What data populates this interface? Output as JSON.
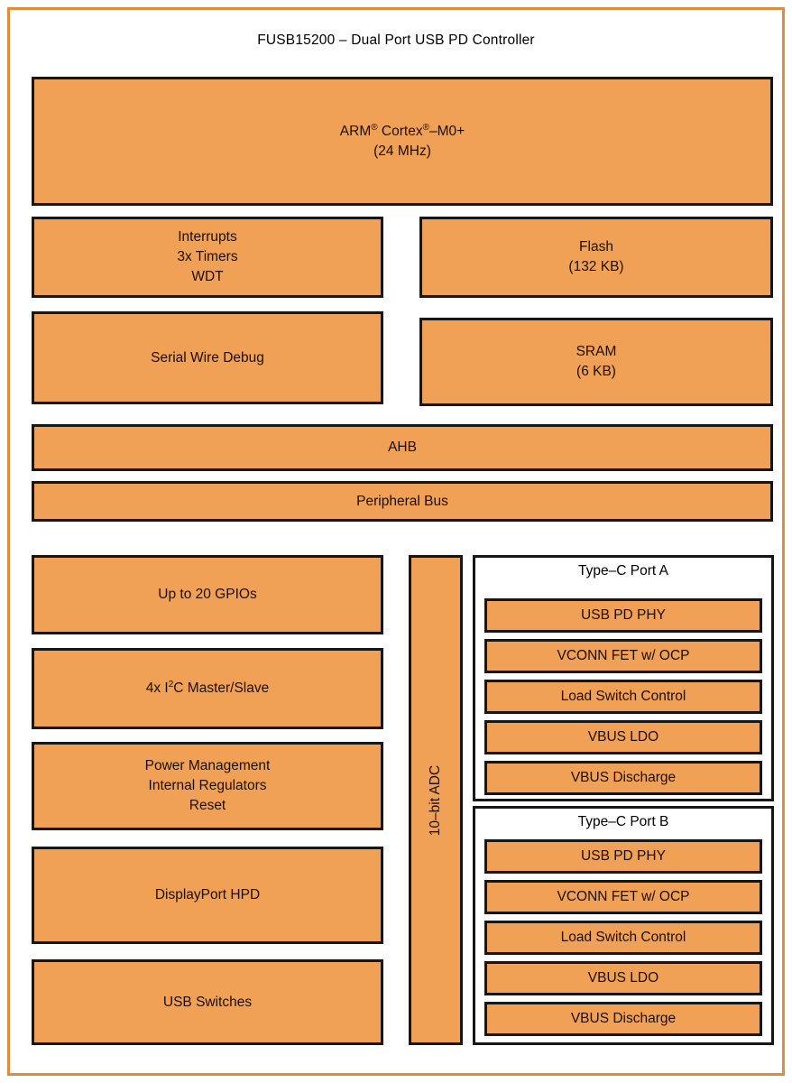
{
  "page": {
    "title": "FUSB15200 – Dual Port USB PD Controller"
  },
  "colors": {
    "block_fill": "#f0a156",
    "block_border": "#161616",
    "frame_border": "#de8c3e",
    "port_background": "#ffffff",
    "text": "#1c0e06"
  },
  "blocks": {
    "arm": {
      "parts": [
        "ARM",
        "®",
        " Cortex",
        "®",
        "–M0+"
      ],
      "line2": "(24 MHz)"
    },
    "interrupts": {
      "lines": [
        "Interrupts",
        "3x Timers",
        "WDT"
      ]
    },
    "flash": {
      "lines": [
        "Flash",
        "(132 KB)"
      ]
    },
    "swd": {
      "label": "Serial Wire Debug"
    },
    "sram": {
      "lines": [
        "SRAM",
        "(6 KB)"
      ]
    },
    "ahb": {
      "label": "AHB"
    },
    "peripheral_bus": {
      "label": "Peripheral Bus"
    },
    "gpio": {
      "label": "Up to 20 GPIOs"
    },
    "i2c": {
      "parts": [
        "4x I",
        "2",
        "C Master/Slave"
      ]
    },
    "power": {
      "lines": [
        "Power Management",
        "Internal Regulators",
        "Reset"
      ]
    },
    "dp_hpd": {
      "label": "DisplayPort HPD"
    },
    "usb_switches": {
      "label": "USB Switches"
    },
    "adc": {
      "label": "10–bit ADC"
    }
  },
  "ports": [
    {
      "title": "Type–C Port A",
      "blocks": [
        "USB PD PHY",
        "VCONN FET w/ OCP",
        "Load Switch Control",
        "VBUS LDO",
        "VBUS Discharge"
      ]
    },
    {
      "title": "Type–C Port B",
      "blocks": [
        "USB PD PHY",
        "VCONN FET w/ OCP",
        "Load Switch Control",
        "VBUS LDO",
        "VBUS Discharge"
      ]
    }
  ]
}
